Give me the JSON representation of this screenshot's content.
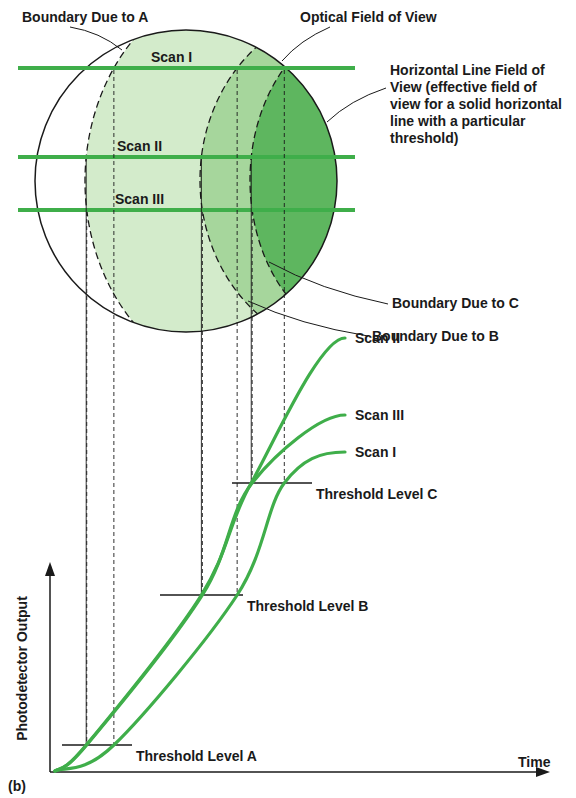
{
  "diagram": {
    "labels": [
      "Boundary Due to A",
      "Optical Field of View",
      "Scan I",
      "Horizontal Line Field of View (effective field of view for a solid horizontal line with a particular threshold)",
      "Scan II",
      "Scan III",
      "Boundary Due to C",
      "Boundary Due to B",
      "Scan II",
      "Scan III",
      "Scan I",
      "Threshold Level C",
      "Threshold Level B",
      "Photodetector Output",
      "Threshold Level A",
      "Time",
      "(b)"
    ]
  }
}
